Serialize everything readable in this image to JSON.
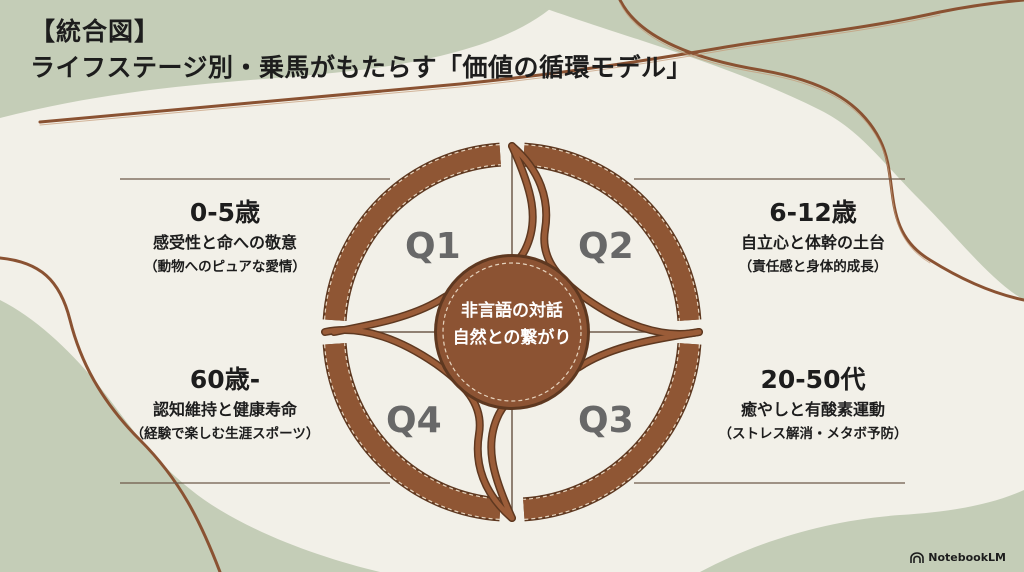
{
  "header": {
    "title": "【統合図】",
    "subtitle": "ライフステージ別・乗馬がもたらす「価値の循環モデル」"
  },
  "center": {
    "line1": "非言語の対話",
    "line2": "自然との繋がり"
  },
  "quadrants": [
    {
      "label": "Q1",
      "age": "0-5歳",
      "theme": "感受性と命への敬意",
      "detail": "（動物へのピュアな愛情）"
    },
    {
      "label": "Q2",
      "age": "6-12歳",
      "theme": "自立心と体幹の土台",
      "detail": "（責任感と身体的成長）"
    },
    {
      "label": "Q3",
      "age": "20-50代",
      "theme": "癒やしと有酸素運動",
      "detail": "（ストレス解消・メタボ予防）"
    },
    {
      "label": "Q4",
      "age": "60歳-",
      "theme": "認知維持と健康寿命",
      "detail": "（経験で楽しむ生涯スポーツ）"
    }
  ],
  "watermark": {
    "text": "NotebookLM",
    "icon": "notebooklm-logo-icon"
  },
  "colors": {
    "background": "#f2f0e8",
    "sage": "#c3ccb6",
    "leather": "#8a5232",
    "leather_dark": "#5e3820",
    "stitch": "#e8d8c4",
    "text": "#1d1d1d",
    "quadrant_label": "#666666"
  }
}
